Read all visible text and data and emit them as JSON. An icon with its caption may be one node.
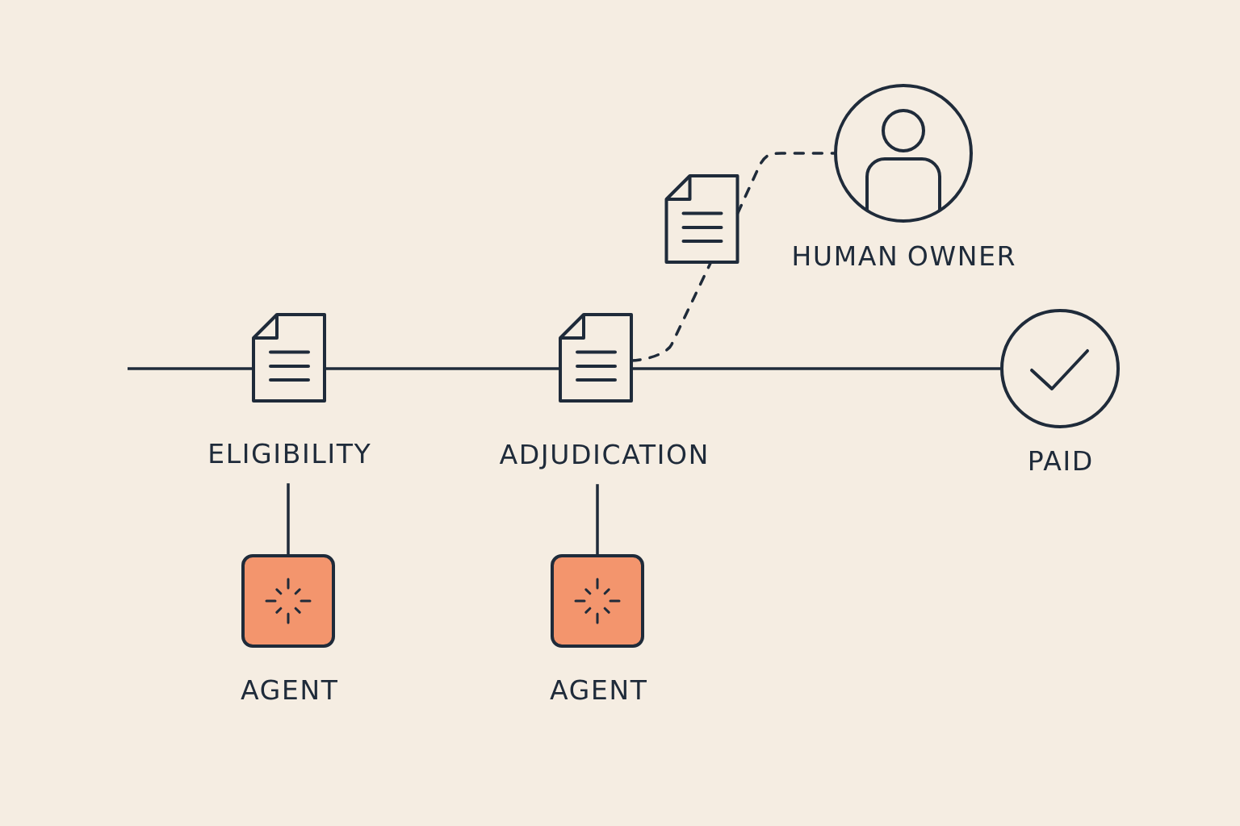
{
  "diagram": {
    "nodes": [
      {
        "text": [
          "ELIGIBILITY"
        ]
      },
      {
        "text": [
          "ADJUDICATION"
        ]
      },
      {
        "text": [],
        "shape": "document"
      },
      {
        "text": [
          "HUMAN OWNER"
        ]
      },
      {
        "text": [
          "PAID"
        ]
      },
      {
        "text": [
          "AGENT"
        ]
      },
      {
        "text": [
          "AGENT"
        ]
      }
    ],
    "edges": [
      {
        "from": null,
        "to": 0,
        "arrow": "none"
      },
      {
        "from": 0,
        "to": 1,
        "arrow": "none"
      },
      {
        "from": 1,
        "to": 4,
        "arrow": "none"
      },
      {
        "from": 1,
        "to": 2,
        "arrow": "none",
        "style": "dashed"
      },
      {
        "from": 2,
        "to": 3,
        "arrow": "none",
        "style": "dashed"
      },
      {
        "from": 0,
        "to": 5,
        "arrow": "none"
      },
      {
        "from": 1,
        "to": 6,
        "arrow": "none"
      }
    ]
  }
}
